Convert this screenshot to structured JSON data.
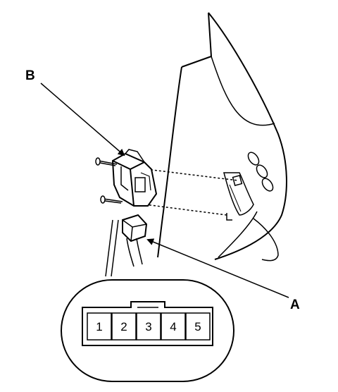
{
  "diagram": {
    "callouts": {
      "a": "A",
      "b": "B"
    },
    "connector_pins": [
      "1",
      "2",
      "3",
      "4",
      "5"
    ],
    "colors": {
      "line": "#000000",
      "background": "#ffffff"
    }
  }
}
